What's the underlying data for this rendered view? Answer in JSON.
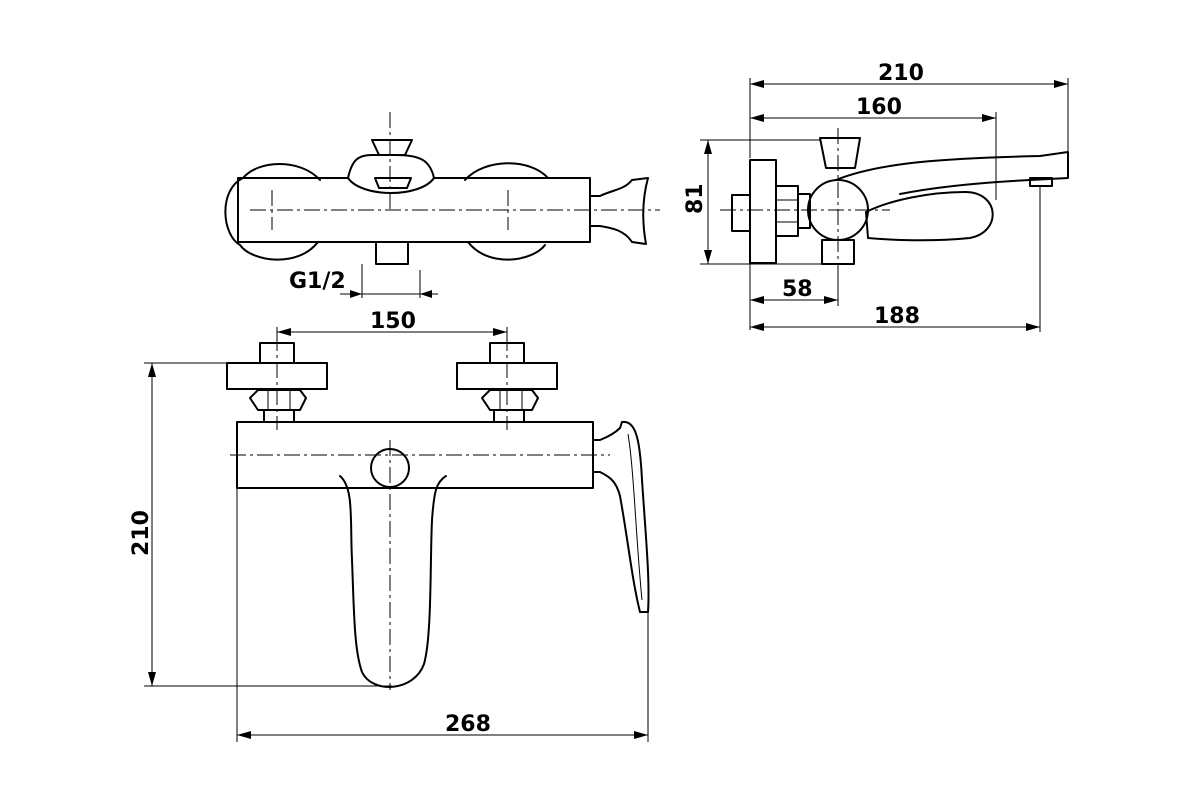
{
  "dimensions": {
    "top_view_thread": "G1/2",
    "side_overall_length": "210",
    "side_spout_length": "160",
    "side_height": "81",
    "side_wall_offset": "58",
    "side_total_depth": "188",
    "front_centers": "150",
    "front_height": "210",
    "front_width": "268"
  }
}
